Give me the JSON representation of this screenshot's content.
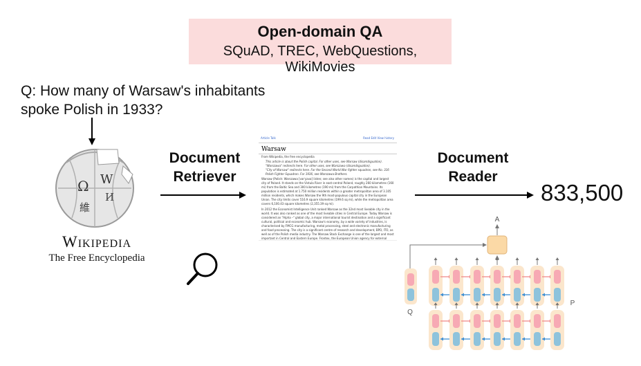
{
  "title": {
    "main": "Open-domain QA",
    "datasets": "SQuAD, TREC, WebQuestions, WikiMovies"
  },
  "question": {
    "line1": "Q:  How many of Warsaw's inhabitants",
    "line2": "spoke Polish in 1933?"
  },
  "wikipedia": {
    "name": "Wikipedia",
    "tagline": "The Free Encyclopedia",
    "globe_glyphs": [
      "Ω",
      "W",
      "И",
      "維"
    ]
  },
  "retriever": {
    "line1": "Document",
    "line2": "Retriever"
  },
  "reader": {
    "line1": "Document",
    "line2": "Reader"
  },
  "answer": "833,500",
  "document": {
    "tab_left": "Article  Talk",
    "tab_right": "Read   Edit   View history",
    "title": "Warsaw",
    "from": "From Wikipedia, the free encyclopedia",
    "hatnotes": [
      "This article is about the Polish capital. For other uses, see Warsaw (disambiguation).",
      "\"Warszawa\" redirects here. For other uses, see Warszawa (disambiguation).",
      "\"City of Warsaw\" redirects here. For the Second World War fighter squadron, see No. 316 Polish Fighter Squadron. For 1936, see Warszawa Brothers."
    ],
    "paragraph1": "Warsaw (Polish: Warszawa [varˈʂava] listen; see also other names) is the capital and largest city of Poland. It stands on the Vistula River in east-central Poland, roughly 260 kilometres (160 mi) from the Baltic Sea and 300 kilometres (190 mi) from the Carpathian Mountains. Its population is estimated at 1.750 million residents within a greater metropolitan area of 3.105 million residents, which makes Warsaw the 9th most-populous capital city in the European Union. The city limits cover 516.9 square kilometres (199.6 sq mi), while the metropolitan area covers 6,100.43 square kilometres (2,355.39 sq mi).",
    "paragraph2": "In 2012 the Economist Intelligence Unit ranked Warsaw as the 32nd most liveable city in the world. It was also ranked as one of the most liveable cities in Central Europe. Today Warsaw is considered an \"Alpha –\" global city, a major international tourist destination and a significant cultural, political and economic hub. Warsaw's economy, by a wide variety of industries, is characterised by FMCG manufacturing, metal processing, steel and electronic manufacturing and food processing. The city is a significant centre of research and development, BPO, ITO, as well as of the Polish media industry. The Warsaw Stock Exchange is one of the largest and most important in Central and Eastern Europe. Frontex, the European Union agency for external border security, has its headquarters in Warsaw. It has been said that Warsaw, together with Frankfurt, London, Paris and Barcelona is one of the cities with the highest number of skyscrapers in the European Union. Warsaw has also been called \"Eastern Europe's chic cultural capital with thriving art and club scenes and serious restaurants\"."
  },
  "network": {
    "label_a": "A",
    "label_q": "Q",
    "label_p": "P"
  },
  "colors": {
    "title_bg": "#fbdcdc",
    "pink_cell": "#f7a9b4",
    "blue_cell": "#8ec3dc",
    "column_bg": "#fbe6cc",
    "output_node": "#fbd9a6",
    "fwd_arrow": "#f08a8a",
    "bwd_arrow": "#3d8fd4"
  }
}
